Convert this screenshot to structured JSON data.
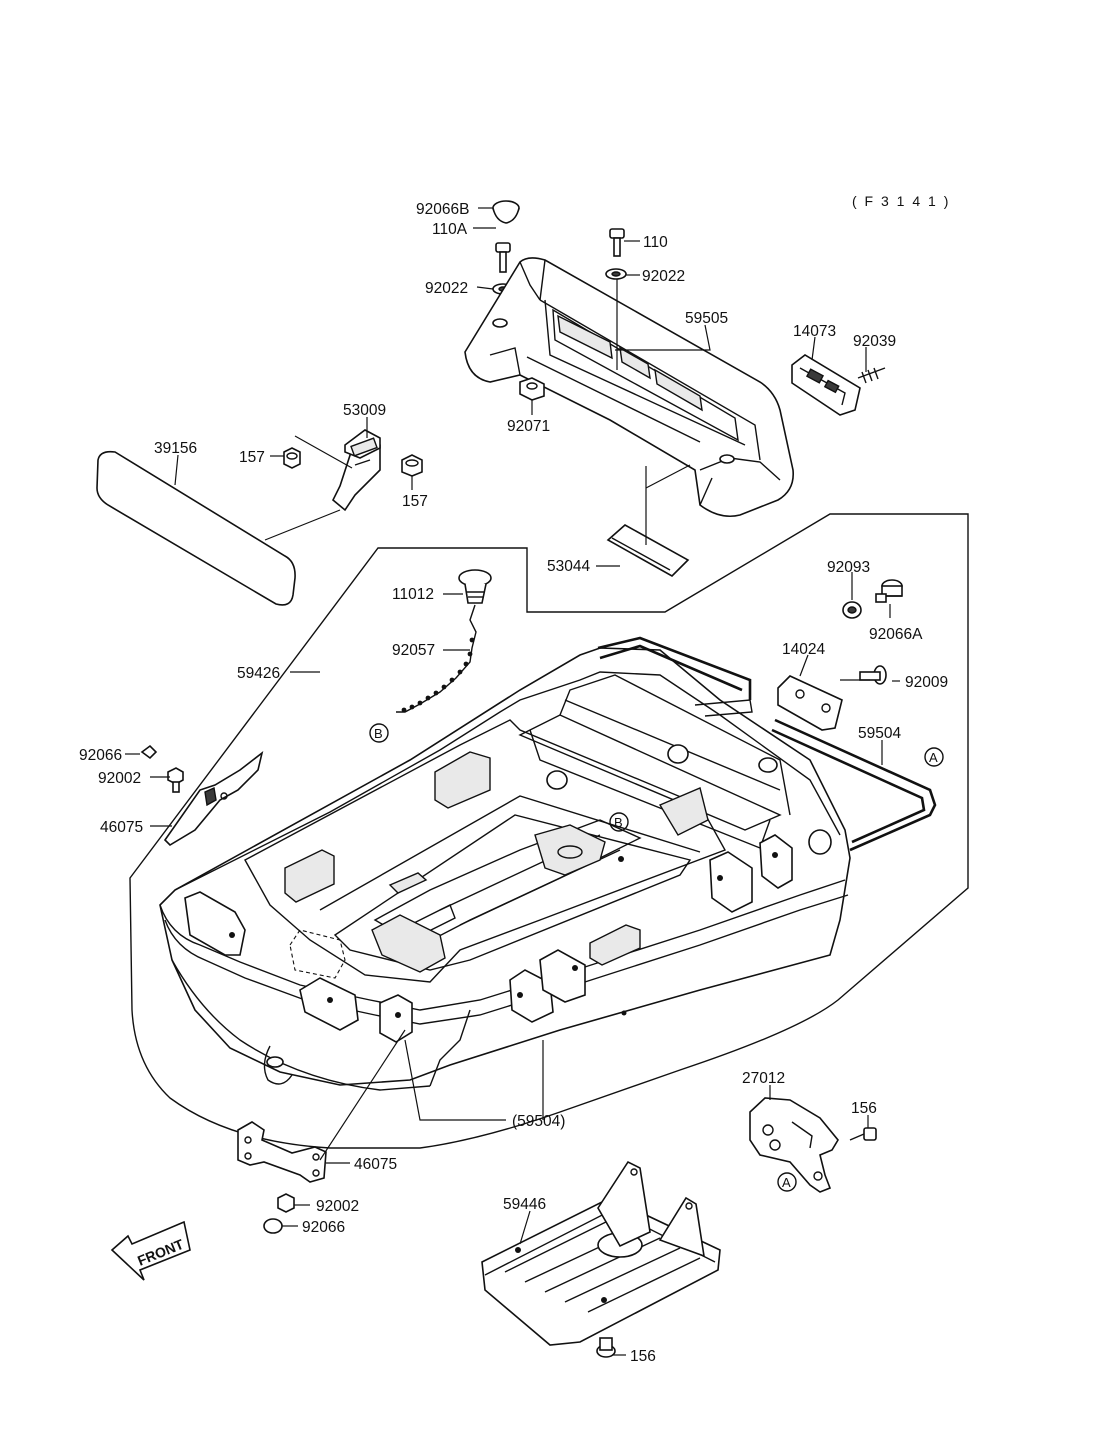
{
  "diagram_code": "( F 3 1 4 1   )",
  "front_arrow_label": "FRONT",
  "ref_marks": {
    "a": "A",
    "b": "B"
  },
  "labels": {
    "p92066B": "92066B",
    "p110A": "110A",
    "p110": "110",
    "p92022_left": "92022",
    "p92022_right": "92022",
    "p59505": "59505",
    "p14073": "14073",
    "p92039": "92039",
    "p92071": "92071",
    "p53009": "53009",
    "p39156": "39156",
    "p157_left": "157",
    "p157_right": "157",
    "p53044": "53044",
    "p92093": "92093",
    "p92066A": "92066A",
    "p11012": "11012",
    "p92057": "92057",
    "p59426": "59426",
    "p14024": "14024",
    "p92009": "92009",
    "p59504": "59504",
    "p92066_left": "92066",
    "p92002_left": "92002",
    "p46075_left": "46075",
    "p59504_paren": "(59504)",
    "p27012": "27012",
    "p156_right": "156",
    "p46075_bottom": "46075",
    "p92002_bottom": "92002",
    "p92066_bottom": "92066",
    "p59446": "59446",
    "p156_bottom": "156"
  }
}
